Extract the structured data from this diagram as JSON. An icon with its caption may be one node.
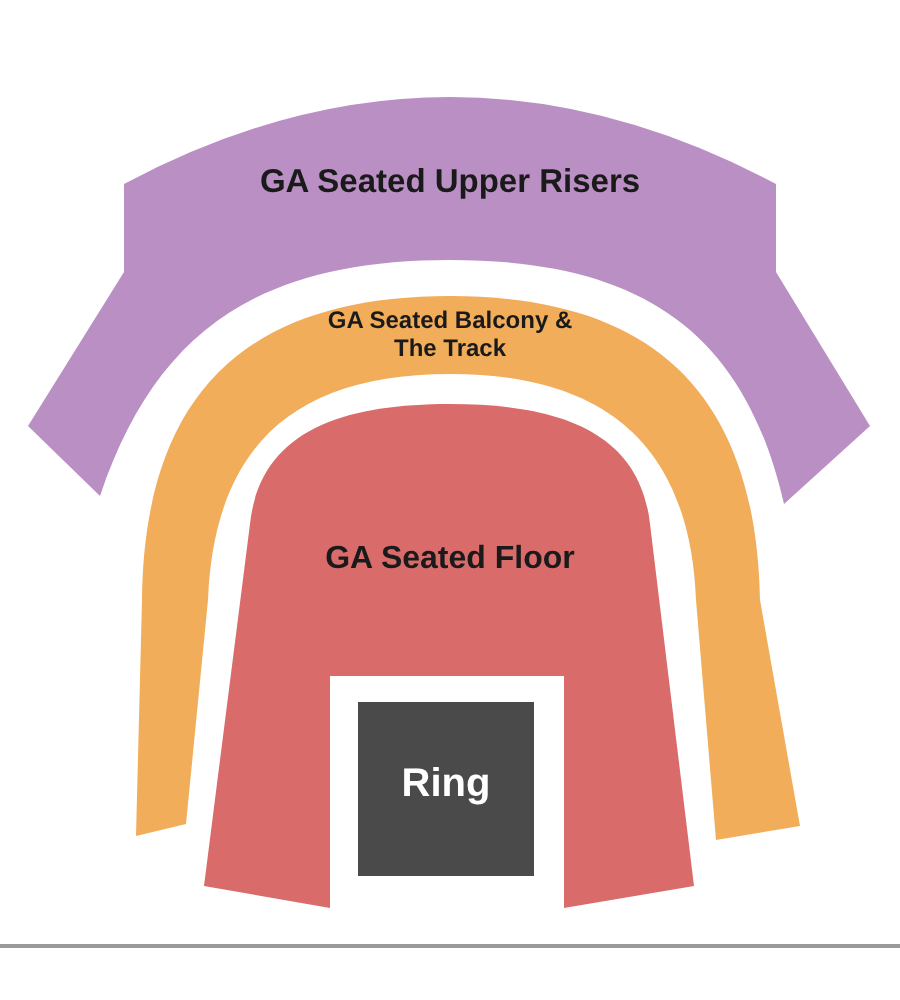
{
  "diagram": {
    "nodes": [
      {
        "text": [
          "GA Seated Upper Risers"
        ]
      },
      {
        "text": [
          "GA Seated Balcony & The Track"
        ]
      },
      {
        "text": [
          "GA Seated Floor"
        ]
      },
      {
        "text": [
          "Ring"
        ]
      }
    ]
  }
}
